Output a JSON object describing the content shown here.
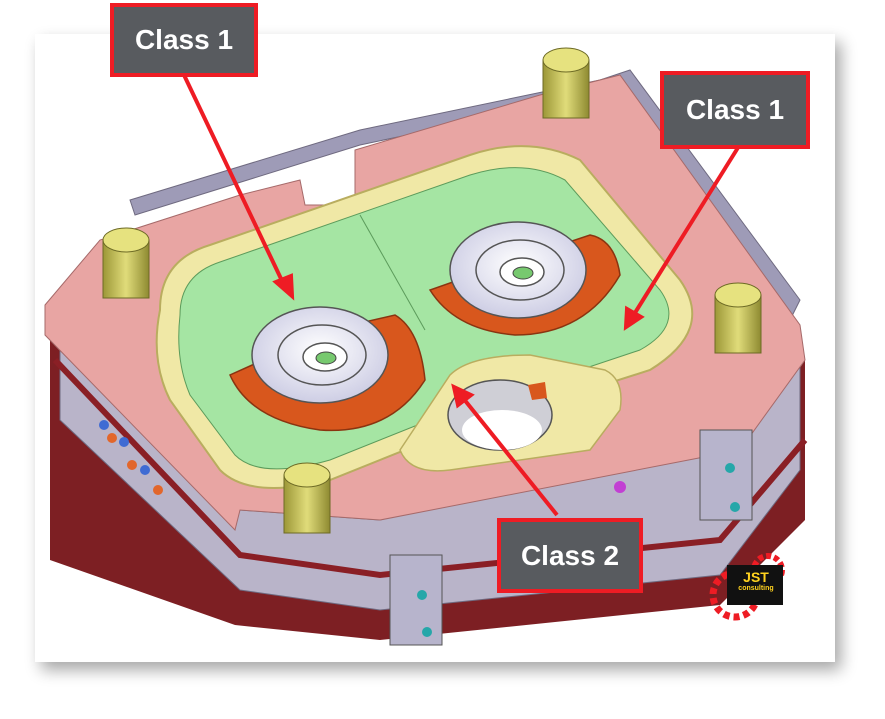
{
  "callouts": [
    {
      "label": "Class 1"
    },
    {
      "label": "Class 1"
    },
    {
      "label": "Class 2"
    }
  ],
  "logo": {
    "text": "JST",
    "subtext": "consulting"
  },
  "colors": {
    "plate": "#e9a6a4",
    "plate_edge": "#7a2024",
    "rim": "#efe7a4",
    "cavity": "#a6e6a4",
    "part": "#d8571d",
    "pin": "#c9c45e",
    "callout_fill": "#585b5f",
    "callout_border": "#ee1c24",
    "arrow": "#ee1c24"
  }
}
